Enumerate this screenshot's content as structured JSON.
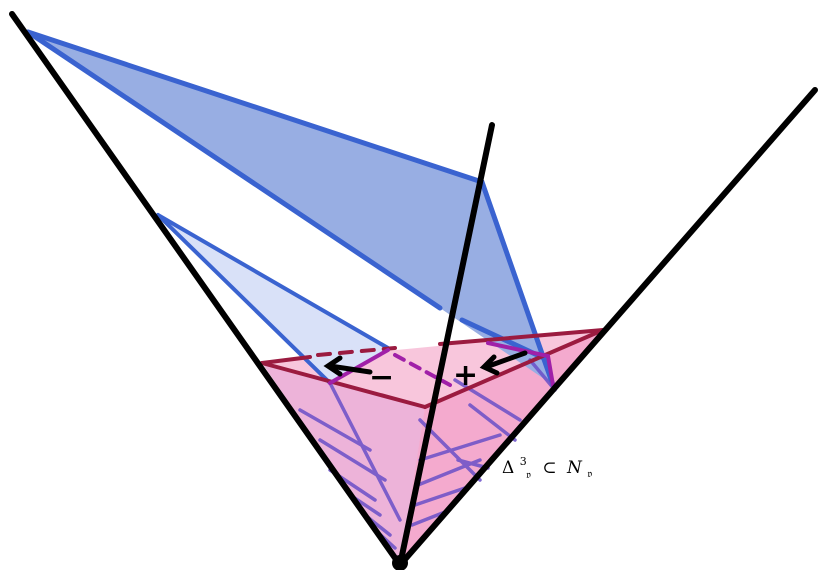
{
  "labels": {
    "plus_sign": "+",
    "minus_sign": "−",
    "simplex_symbol": "Δ",
    "simplex_superscript": "3",
    "simplex_subscript": "𝔳",
    "subset_symbol": "⊂",
    "neighborhood_symbol": "N",
    "neighborhood_subscript": "𝔳"
  },
  "colors": {
    "cone_lines": "#000000",
    "blue_edge": "#3a63d0",
    "blue_fill_dark": "#98aee3",
    "blue_fill_light": "#d9e1f8",
    "pink_fill": "#f7bcd6",
    "maroon_edge": "#9b1b40",
    "magenta_edge": "#a020a8",
    "hatch_purple": "#6a50c8"
  }
}
